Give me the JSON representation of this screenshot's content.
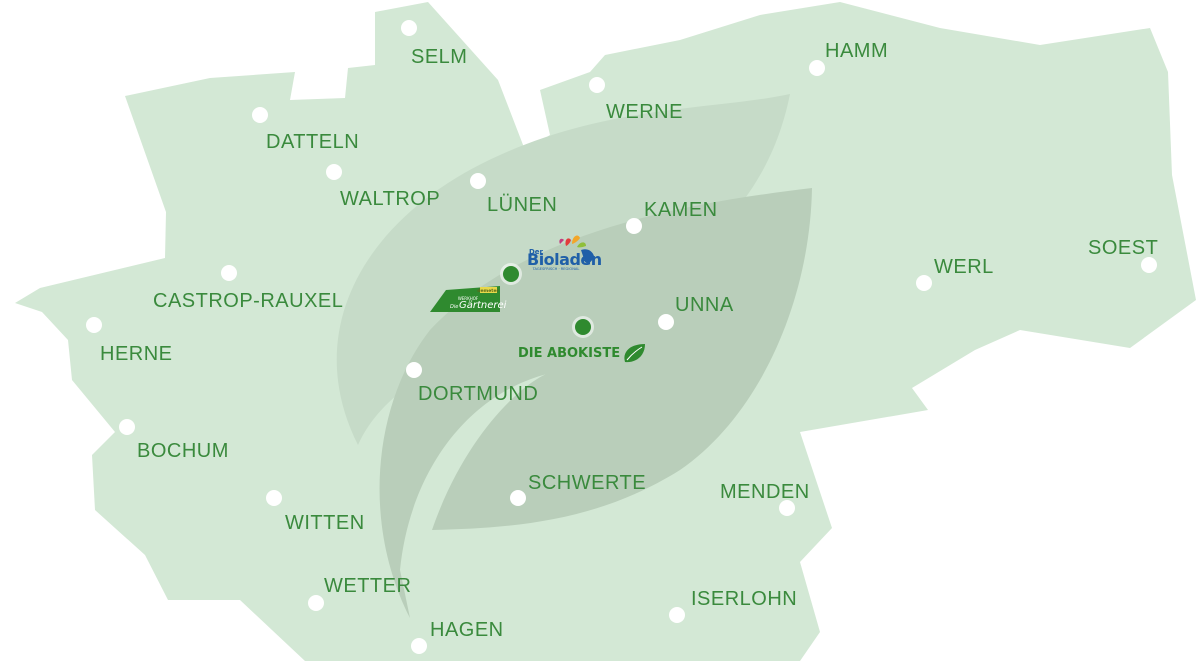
{
  "colors": {
    "region_fill": "#d3e8d5",
    "leaf_light": "#c6dbc8",
    "leaf_dark": "#b9ceba",
    "label_green": "#3a8a3d",
    "brand_green": "#2f8a2f",
    "city_dot": "#ffffff",
    "bioladen_blue": "#1f5fa8"
  },
  "cities": [
    {
      "name": "SELM"
    },
    {
      "name": "HAMM"
    },
    {
      "name": "WERNE"
    },
    {
      "name": "DATTELN"
    },
    {
      "name": "WALTROP"
    },
    {
      "name": "LÜNEN"
    },
    {
      "name": "KAMEN"
    },
    {
      "name": "SOEST"
    },
    {
      "name": "WERL"
    },
    {
      "name": "CASTROP-RAUXEL"
    },
    {
      "name": "UNNA"
    },
    {
      "name": "HERNE"
    },
    {
      "name": "DORTMUND"
    },
    {
      "name": "BOCHUM"
    },
    {
      "name": "SCHWERTE"
    },
    {
      "name": "MENDEN"
    },
    {
      "name": "WITTEN"
    },
    {
      "name": "WETTER"
    },
    {
      "name": "ISERLOHN"
    },
    {
      "name": "HAGEN"
    }
  ],
  "locations": {
    "abokiste": {
      "label": "DIE ABOKISTE",
      "icon": "leaf-icon"
    },
    "bioladen": {
      "logo_prefix": "Der",
      "logo_text": "Bioladen",
      "logo_tagline": "TAGESFRISCH · REGIONAL",
      "icon": "splash-icon"
    },
    "gaertnerei": {
      "logo_badge": "demeter",
      "logo_small": "WERKHOF",
      "logo_text": "Gärtnerei",
      "logo_prefix": "Die"
    }
  }
}
